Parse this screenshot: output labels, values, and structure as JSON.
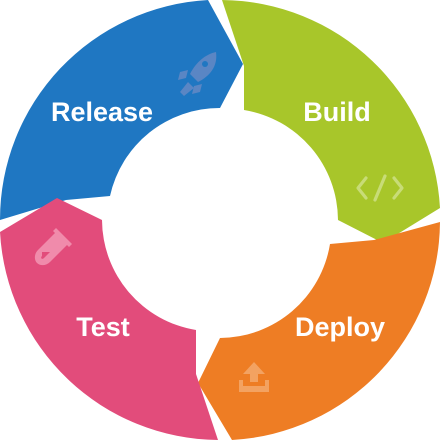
{
  "diagram": {
    "stages": [
      {
        "id": "release",
        "label": "Release",
        "color": "#1f77c2",
        "icon": "rocket-icon",
        "icon_color": "#5a86c4"
      },
      {
        "id": "build",
        "label": "Build",
        "color": "#a8c62a",
        "icon": "code-icon",
        "icon_color": "#c8dc77"
      },
      {
        "id": "deploy",
        "label": "Deploy",
        "color": "#ee7d24",
        "icon": "upload-tray-icon",
        "icon_color": "#f3a261"
      },
      {
        "id": "test",
        "label": "Test",
        "color": "#e24c7b",
        "icon": "test-tube-icon",
        "icon_color": "#f08bab"
      }
    ]
  }
}
